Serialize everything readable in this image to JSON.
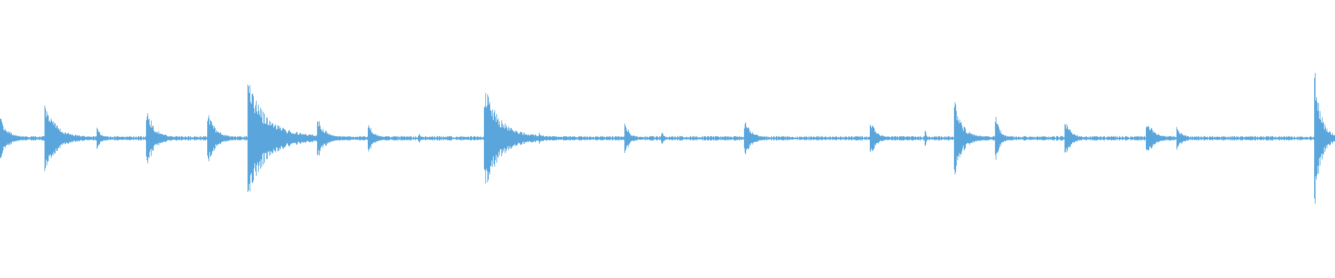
{
  "waveform": {
    "color": "#5aa6dc",
    "baseline_amplitude": 0.01,
    "decay_strength": 0.25,
    "onsets": [
      {
        "t": 0.0,
        "amp": 0.12,
        "decay": 0.02
      },
      {
        "t": 0.034,
        "amp": 0.18,
        "decay": 0.03
      },
      {
        "t": 0.073,
        "amp": 0.06,
        "decay": 0.01
      },
      {
        "t": 0.11,
        "amp": 0.16,
        "decay": 0.02
      },
      {
        "t": 0.156,
        "amp": 0.14,
        "decay": 0.02
      },
      {
        "t": 0.186,
        "amp": 0.3,
        "decay": 0.05
      },
      {
        "t": 0.238,
        "amp": 0.11,
        "decay": 0.02
      },
      {
        "t": 0.276,
        "amp": 0.08,
        "decay": 0.015
      },
      {
        "t": 0.314,
        "amp": 0.03,
        "decay": 0.005
      },
      {
        "t": 0.363,
        "amp": 0.28,
        "decay": 0.04
      },
      {
        "t": 0.404,
        "amp": 0.03,
        "decay": 0.005
      },
      {
        "t": 0.468,
        "amp": 0.11,
        "decay": 0.01
      },
      {
        "t": 0.496,
        "amp": 0.04,
        "decay": 0.005
      },
      {
        "t": 0.558,
        "amp": 0.09,
        "decay": 0.02
      },
      {
        "t": 0.652,
        "amp": 0.1,
        "decay": 0.015
      },
      {
        "t": 0.693,
        "amp": 0.04,
        "decay": 0.005
      },
      {
        "t": 0.715,
        "amp": 0.2,
        "decay": 0.02
      },
      {
        "t": 0.746,
        "amp": 0.14,
        "decay": 0.01
      },
      {
        "t": 0.798,
        "amp": 0.1,
        "decay": 0.015
      },
      {
        "t": 0.859,
        "amp": 0.1,
        "decay": 0.02
      },
      {
        "t": 0.882,
        "amp": 0.06,
        "decay": 0.015
      },
      {
        "t": 0.985,
        "amp": 0.36,
        "decay": 0.015
      }
    ]
  }
}
